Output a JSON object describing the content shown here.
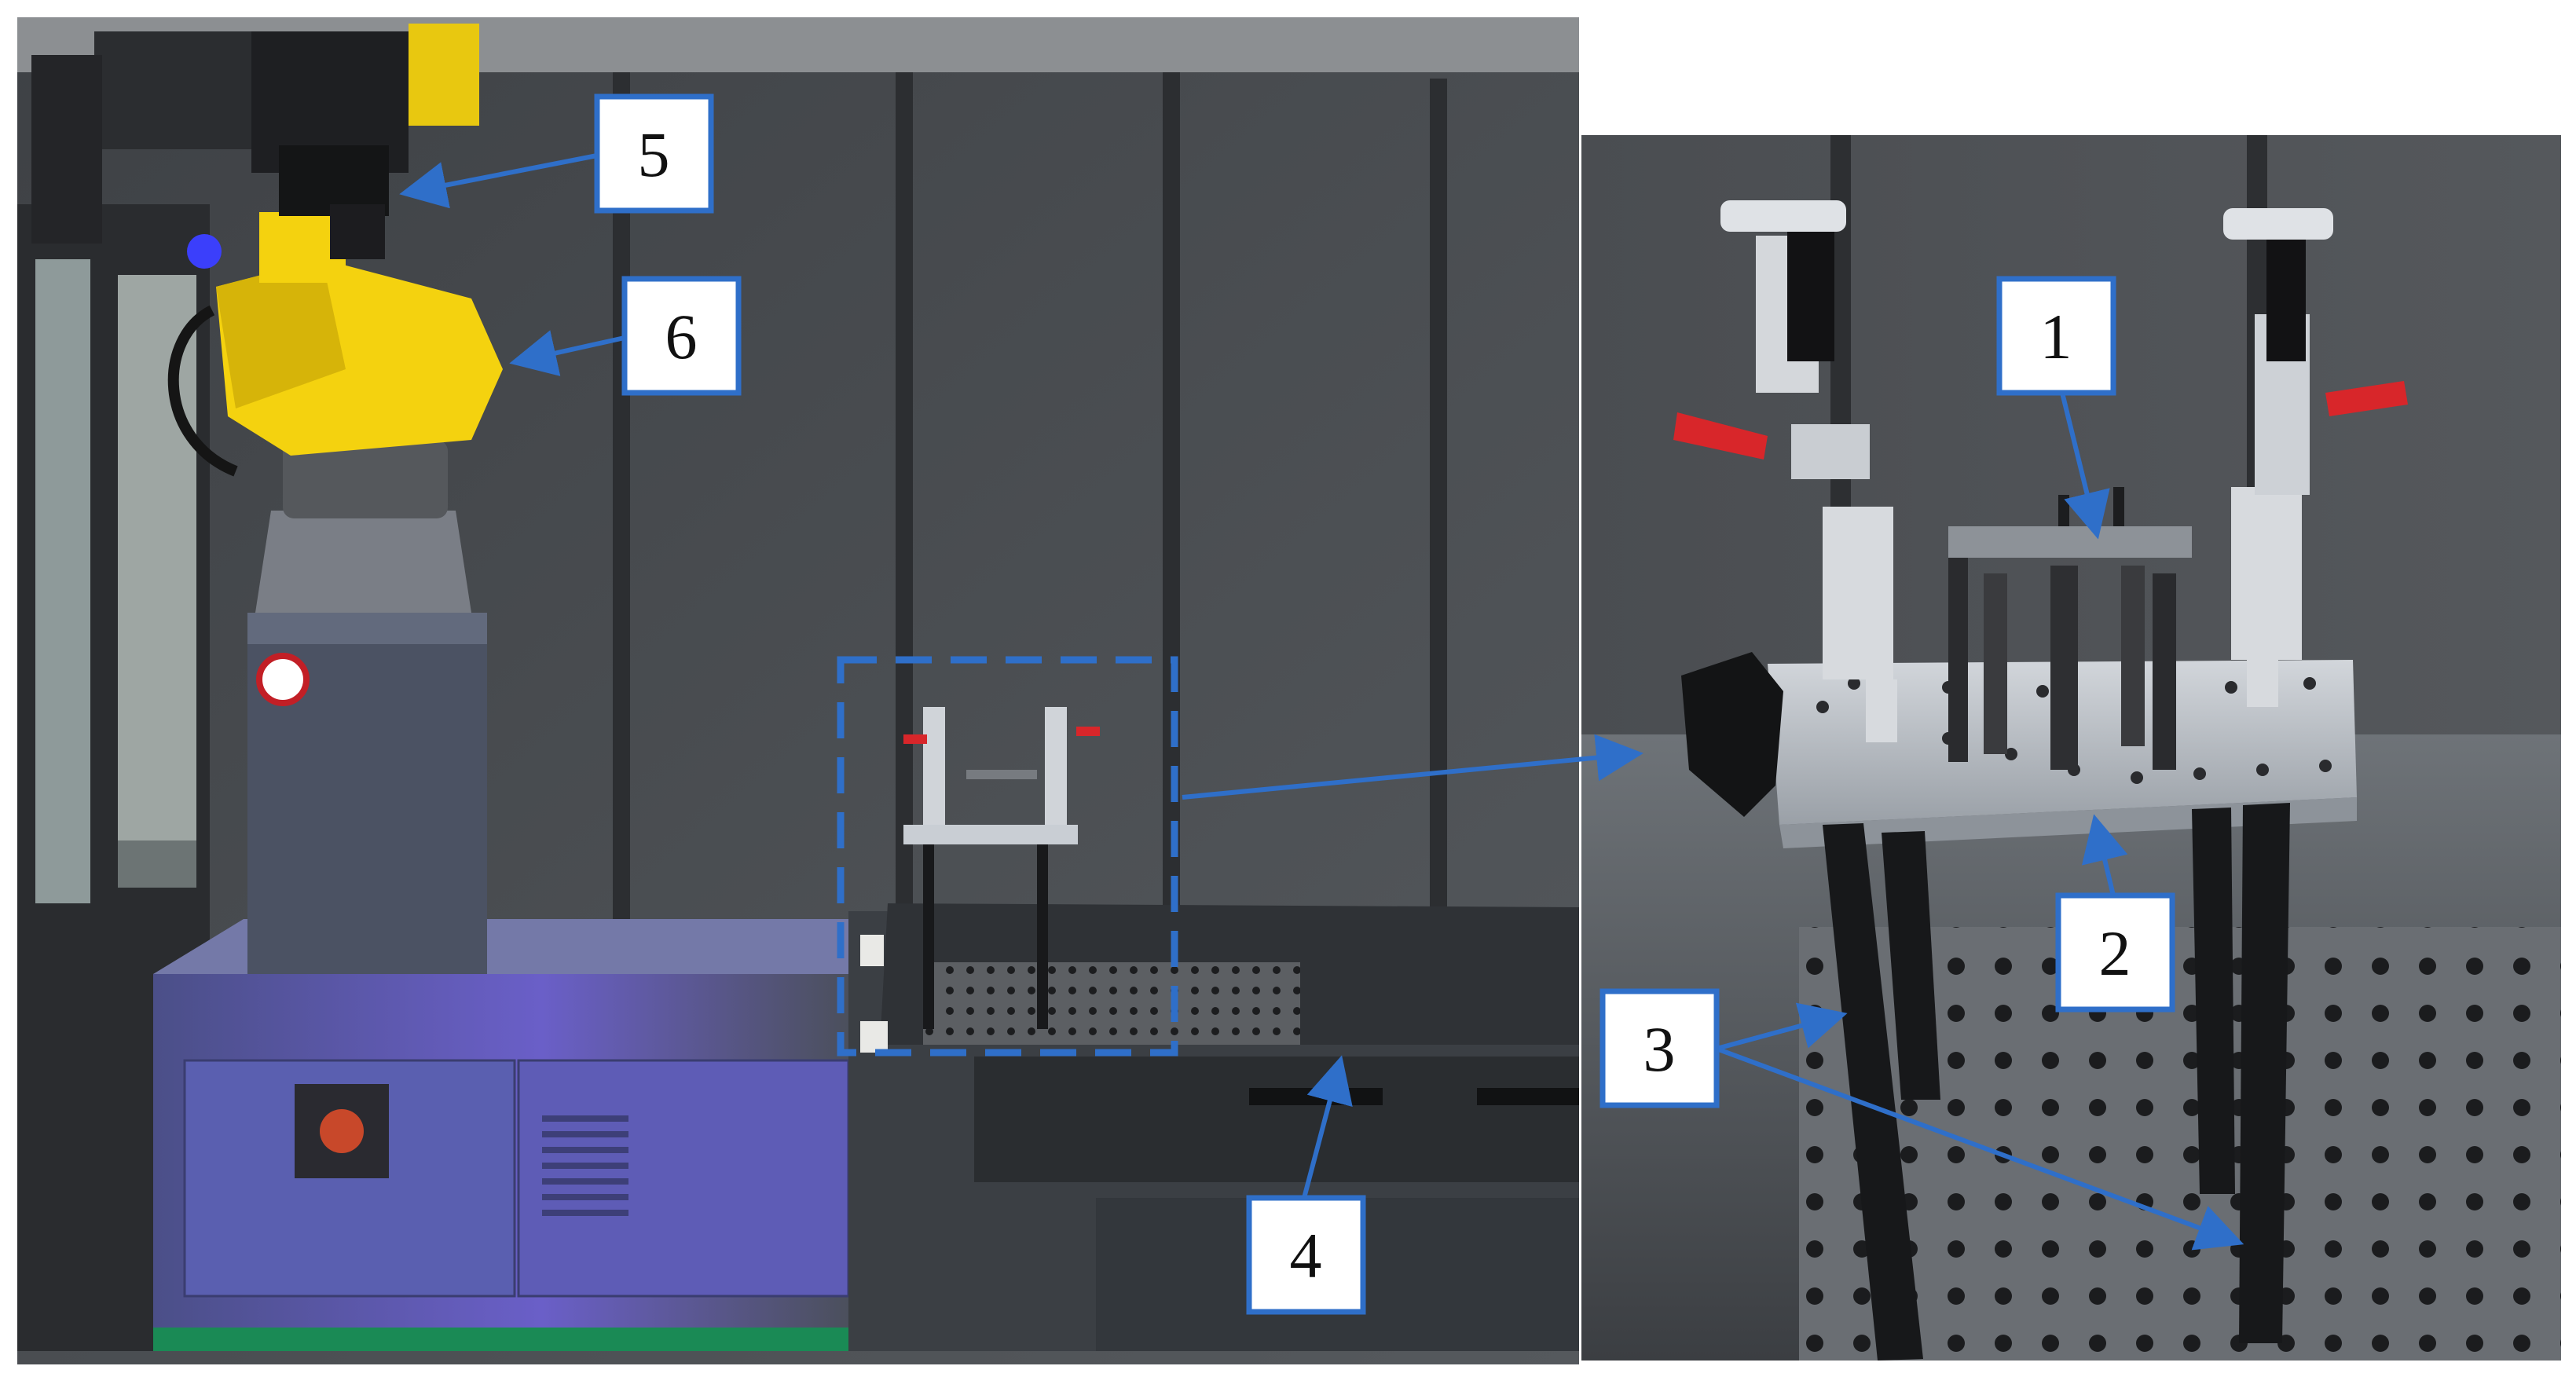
{
  "callouts": {
    "c1": "1",
    "c2": "2",
    "c3": "3",
    "c4": "4",
    "c5": "5",
    "c6": "6"
  },
  "colors": {
    "callout_arrow": "#2f6fc9",
    "robot_yellow": "#f4d20f",
    "panel_grey": "#44474b",
    "cabinet_blue_grey": "#5a6171",
    "plate_steel": "#b9bec4",
    "clamp_red": "#d8262a",
    "floor_green": "#1a8a55"
  }
}
